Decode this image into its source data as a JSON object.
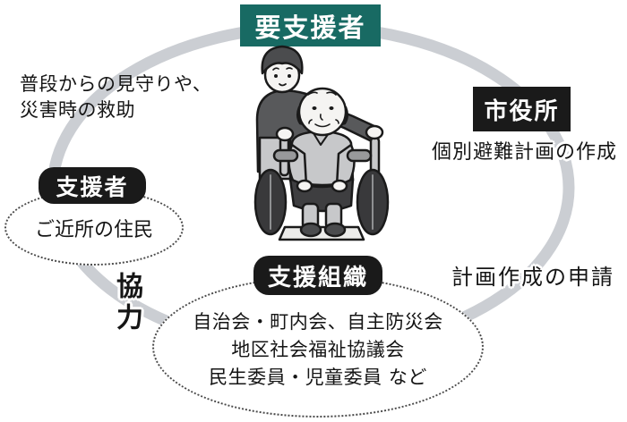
{
  "top_box": {
    "label": "要支援者"
  },
  "left_note": {
    "line1": "普段からの見守りや、",
    "line2": "災害時の救助"
  },
  "supporter": {
    "label": "支援者",
    "detail": "ご近所の住民"
  },
  "cooperation": {
    "label": "協力"
  },
  "org": {
    "label": "支援組織",
    "lines": [
      "自治会・町内会、自主防災会",
      "地区社会福祉協議会",
      "民生委員・児童委員 など"
    ]
  },
  "city_hall": {
    "label": "市役所",
    "note": "個別避難計画の作成"
  },
  "request": {
    "note": "計画作成の申請"
  },
  "colors": {
    "accent_teal": "#186a63",
    "box_black": "#1a1a1a",
    "ring_gray": "#cbced3"
  },
  "illustration": {
    "name": "caregiver-pushing-elderly-person-in-wheelchair"
  }
}
